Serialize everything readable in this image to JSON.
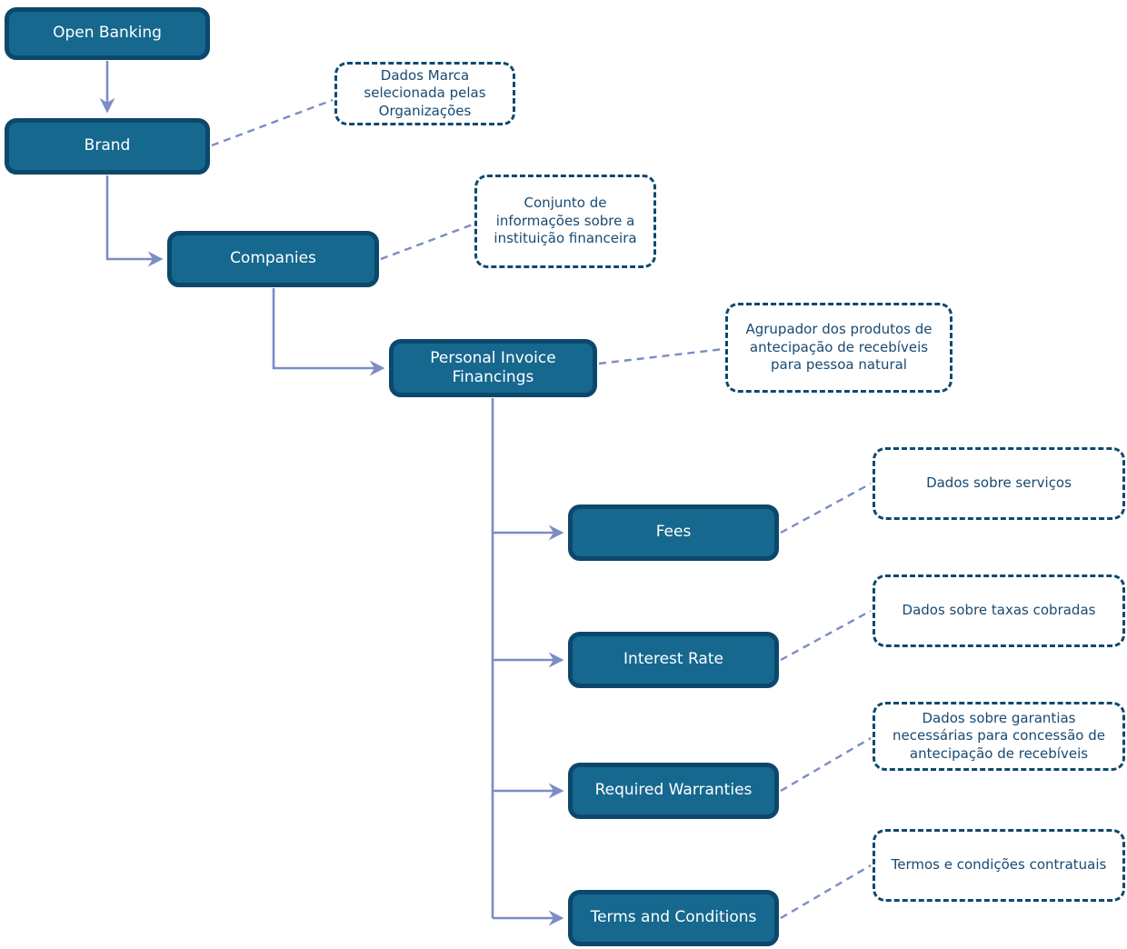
{
  "diagram": {
    "title": "Open Banking hierarchy diagram",
    "nodes": [
      {
        "id": "open-banking",
        "label": "Open Banking"
      },
      {
        "id": "brand",
        "label": "Brand"
      },
      {
        "id": "companies",
        "label": "Companies"
      },
      {
        "id": "personal-invoice-financings",
        "label": "Personal Invoice Financings"
      },
      {
        "id": "fees",
        "label": "Fees"
      },
      {
        "id": "interest-rate",
        "label": "Interest Rate"
      },
      {
        "id": "required-warranties",
        "label": "Required Warranties"
      },
      {
        "id": "terms-and-conditions",
        "label": "Terms and Conditions"
      }
    ],
    "annotations": [
      {
        "for": "brand",
        "text": "Dados Marca selecionada pelas Organizações"
      },
      {
        "for": "companies",
        "text": "Conjunto de informações sobre a instituição financeira"
      },
      {
        "for": "personal-invoice-financings",
        "text": "Agrupador dos produtos de antecipação de recebíveis para pessoa natural"
      },
      {
        "for": "fees",
        "text": "Dados sobre serviços"
      },
      {
        "for": "interest-rate",
        "text": "Dados sobre taxas cobradas"
      },
      {
        "for": "required-warranties",
        "text": "Dados sobre garantias necessárias para concessão de antecipação de recebíveis"
      },
      {
        "for": "terms-and-conditions",
        "text": "Termos e condições contratuais"
      }
    ],
    "edges": [
      {
        "from": "open-banking",
        "to": "brand"
      },
      {
        "from": "brand",
        "to": "companies"
      },
      {
        "from": "companies",
        "to": "personal-invoice-financings"
      },
      {
        "from": "personal-invoice-financings",
        "to": "fees"
      },
      {
        "from": "personal-invoice-financings",
        "to": "interest-rate"
      },
      {
        "from": "personal-invoice-financings",
        "to": "required-warranties"
      },
      {
        "from": "personal-invoice-financings",
        "to": "terms-and-conditions"
      }
    ],
    "colors": {
      "node_fill": "#16688F",
      "node_border": "#0C486C",
      "node_text": "#FFFFFF",
      "annotation_border": "#0D4A6E",
      "annotation_text": "#174A73",
      "connector": "#7B8CC6",
      "background": "#FFFFFF"
    }
  }
}
